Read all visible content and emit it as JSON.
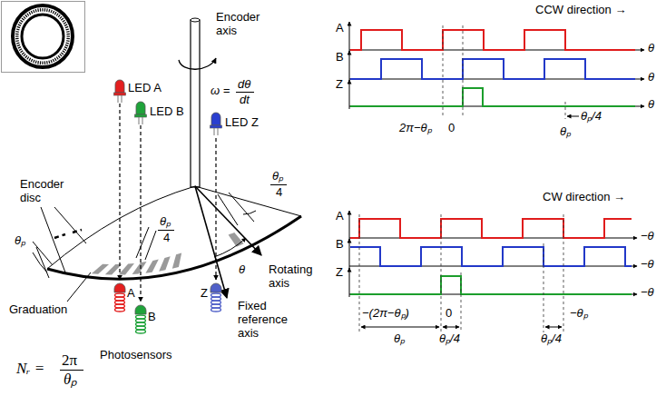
{
  "diagram": {
    "labels": [
      "Encoder axis",
      "ω =",
      "dθ",
      "dt",
      "LED A",
      "LED B",
      "LED Z",
      "Encoder disc",
      "θₚ",
      "4",
      "θₚ",
      "4",
      "θₚ",
      "Graduation",
      "A",
      "B",
      "Z",
      "Photosensors",
      "θ",
      "Rotating axis",
      "Fixed reference axis",
      "Nᵣ =",
      "2π",
      "θₚ",
      "CCW direction →",
      "A",
      "B",
      "Z",
      "θ",
      "θ",
      "θ",
      "2π−θₚ",
      "0",
      "θₚ/4",
      "θₚ",
      "CW direction →",
      "A",
      "B",
      "Z",
      "−θ",
      "−θ",
      "−θ",
      "−(2π−θₚ)",
      "0",
      "−θₚ",
      "θₚ",
      "θₚ/4",
      "θₚ/4"
    ]
  }
}
